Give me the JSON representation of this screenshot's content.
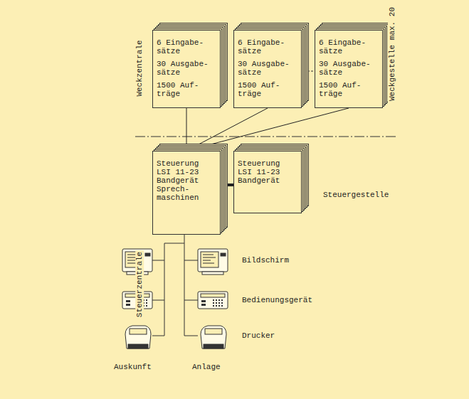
{
  "diagram": {
    "nodes": [
      {
        "text": [
          "6 Eingabe- sätze",
          "30 Ausgabe- sätze",
          "1500 Auf- träge"
        ]
      },
      {
        "text": [
          "6 Eingabe- sätze",
          "30 Ausgabe- sätze",
          "1500 Auf- träge"
        ]
      },
      {
        "text": [
          "6 Eingabe- sätze",
          "30 Ausgabe- sätze",
          "1500 Auf- träge"
        ]
      },
      {
        "text": [
          "Steuerung LSI 11-23 Bandgerät Sprech- maschinen"
        ]
      },
      {
        "text": [
          "Steuerung LSI 11-23 Bandgerät"
        ]
      }
    ],
    "edges": [
      {
        "from": 0,
        "to": 3,
        "arrow": "none"
      },
      {
        "from": 1,
        "to": 3,
        "arrow": "none"
      },
      {
        "from": 2,
        "to": 3,
        "arrow": "none"
      },
      {
        "from": 3,
        "to": 4,
        "arrow": "none"
      }
    ],
    "labels": [
      "Weckzentrale",
      "Weckgestelle max. 20",
      "Steuergestelle",
      "Steuerzentrale",
      "Bildschirm",
      "Bedienungsgerät",
      "Drucker",
      "Auskunft",
      "Anlage"
    ]
  }
}
